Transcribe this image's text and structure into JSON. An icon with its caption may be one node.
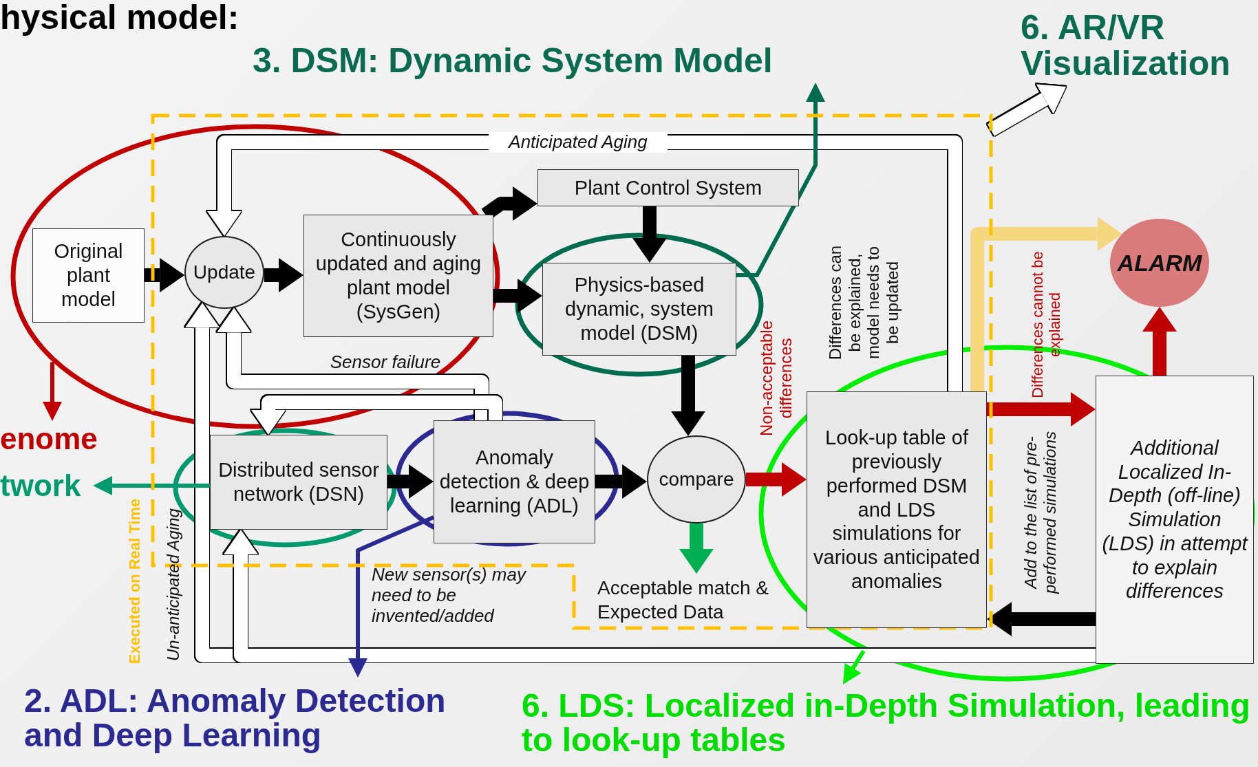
{
  "diagram": {
    "nodes": [
      {
        "text": [
          "3. DSM: Dynamic System Model"
        ]
      },
      {
        "text": [
          "6. AR/VR Visualization"
        ]
      },
      {
        "text": [
          "Executed on Real Time"
        ]
      },
      {
        "text": [
          "Original plant model"
        ]
      },
      {
        "text": [
          "Update"
        ],
        "in": 2
      },
      {
        "text": [
          "Continuously updated and aging plant model (SysGen)"
        ],
        "in": 2
      },
      {
        "text": [
          "Plant Control System"
        ],
        "in": 2
      },
      {
        "text": [
          "Physics-based dynamic, system model (DSM)"
        ],
        "in": 2
      },
      {
        "text": [
          "ALARM"
        ]
      },
      {
        "text": [
          "Distributed sensor network (DSN)"
        ],
        "in": 2
      },
      {
        "text": [
          "Anomaly detection & deep learning (ADL)"
        ],
        "in": 2
      },
      {
        "text": [
          "compare"
        ],
        "in": 2
      },
      {
        "text": [
          "Look-up table of previously performed DSM and LDS simulations for various anticipated anomalies"
        ],
        "in": 2
      },
      {
        "text": [
          "Additional Localized In-Depth (off-line) Simulation (LDS) in attempt to explain differences"
        ]
      },
      {
        "text": [
          "Acceptable match & Expected Data"
        ],
        "in": 2
      },
      {
        "text": [
          "enome"
        ]
      },
      {
        "text": [
          "twork"
        ]
      },
      {
        "text": [
          "2. ADL: Anomaly Detection and Deep Learning"
        ]
      },
      {
        "text": [
          "6. LDS: Localized in-Depth Simulation, leading to look-up tables"
        ]
      }
    ],
    "edges": [
      {
        "from": 3,
        "to": 4,
        "arrow": "to"
      },
      {
        "from": 4,
        "to": 5,
        "arrow": "to"
      },
      {
        "from": 5,
        "to": 6,
        "arrow": "to"
      },
      {
        "from": 5,
        "to": 7,
        "arrow": "to"
      },
      {
        "from": 6,
        "to": 7,
        "arrow": "to"
      },
      {
        "from": 7,
        "to": 11,
        "arrow": "to"
      },
      {
        "from": 9,
        "to": 10,
        "arrow": "to"
      },
      {
        "from": 10,
        "to": 11,
        "arrow": "to"
      },
      {
        "from": 11,
        "to": 12,
        "arrow": "to",
        "color": "#c00000",
        "label": "Non-acceptable differences"
      },
      {
        "from": 11,
        "to": 14,
        "arrow": "to",
        "color": "#00b050"
      },
      {
        "from": 12,
        "to": 13,
        "arrow": "to",
        "color": "#c00000",
        "label": "Differences cannot be explained"
      },
      {
        "from": 13,
        "to": 12,
        "arrow": "to",
        "label": "Add to the list of pre-performed simulations"
      },
      {
        "from": 13,
        "to": 8,
        "arrow": "to",
        "color": "#c00000"
      },
      {
        "from": 12,
        "to": 8,
        "arrow": "to",
        "color": "#f5d77f"
      },
      {
        "from": 12,
        "to": 4,
        "arrow": "to",
        "color": "#ffffff",
        "label": "Anticipated Aging"
      },
      {
        "from": 10,
        "to": 4,
        "arrow": "to",
        "color": "#ffffff",
        "label": "Sensor failure"
      },
      {
        "from": 10,
        "to": 9,
        "arrow": "to",
        "color": "#ffffff"
      },
      {
        "from": 13,
        "to": 4,
        "arrow": "to",
        "color": "#ffffff",
        "label": "Un-anticipated Aging"
      },
      {
        "from": 13,
        "to": 9,
        "arrow": "to",
        "color": "#ffffff",
        "label": "New sensor(s) may need to be invented/added"
      },
      {
        "from": 2,
        "to": 1,
        "arrow": "to",
        "color": "#ffffff"
      },
      {
        "from": null,
        "to": 15,
        "arrow": "to",
        "color": "#c00000"
      },
      {
        "from": 7,
        "to": 0,
        "arrow": "to",
        "color": "#006c4f"
      },
      {
        "from": 9,
        "to": 16,
        "arrow": "to",
        "color": "#009a6e"
      },
      {
        "from": 10,
        "to": 17,
        "arrow": "to",
        "color": "#2b2a93"
      },
      {
        "from": null,
        "to": 18,
        "arrow": "to",
        "color": "#00ee00"
      }
    ],
    "labels": [
      "hysical model:",
      "Differences can be explained, model needs to be updated"
    ]
  }
}
